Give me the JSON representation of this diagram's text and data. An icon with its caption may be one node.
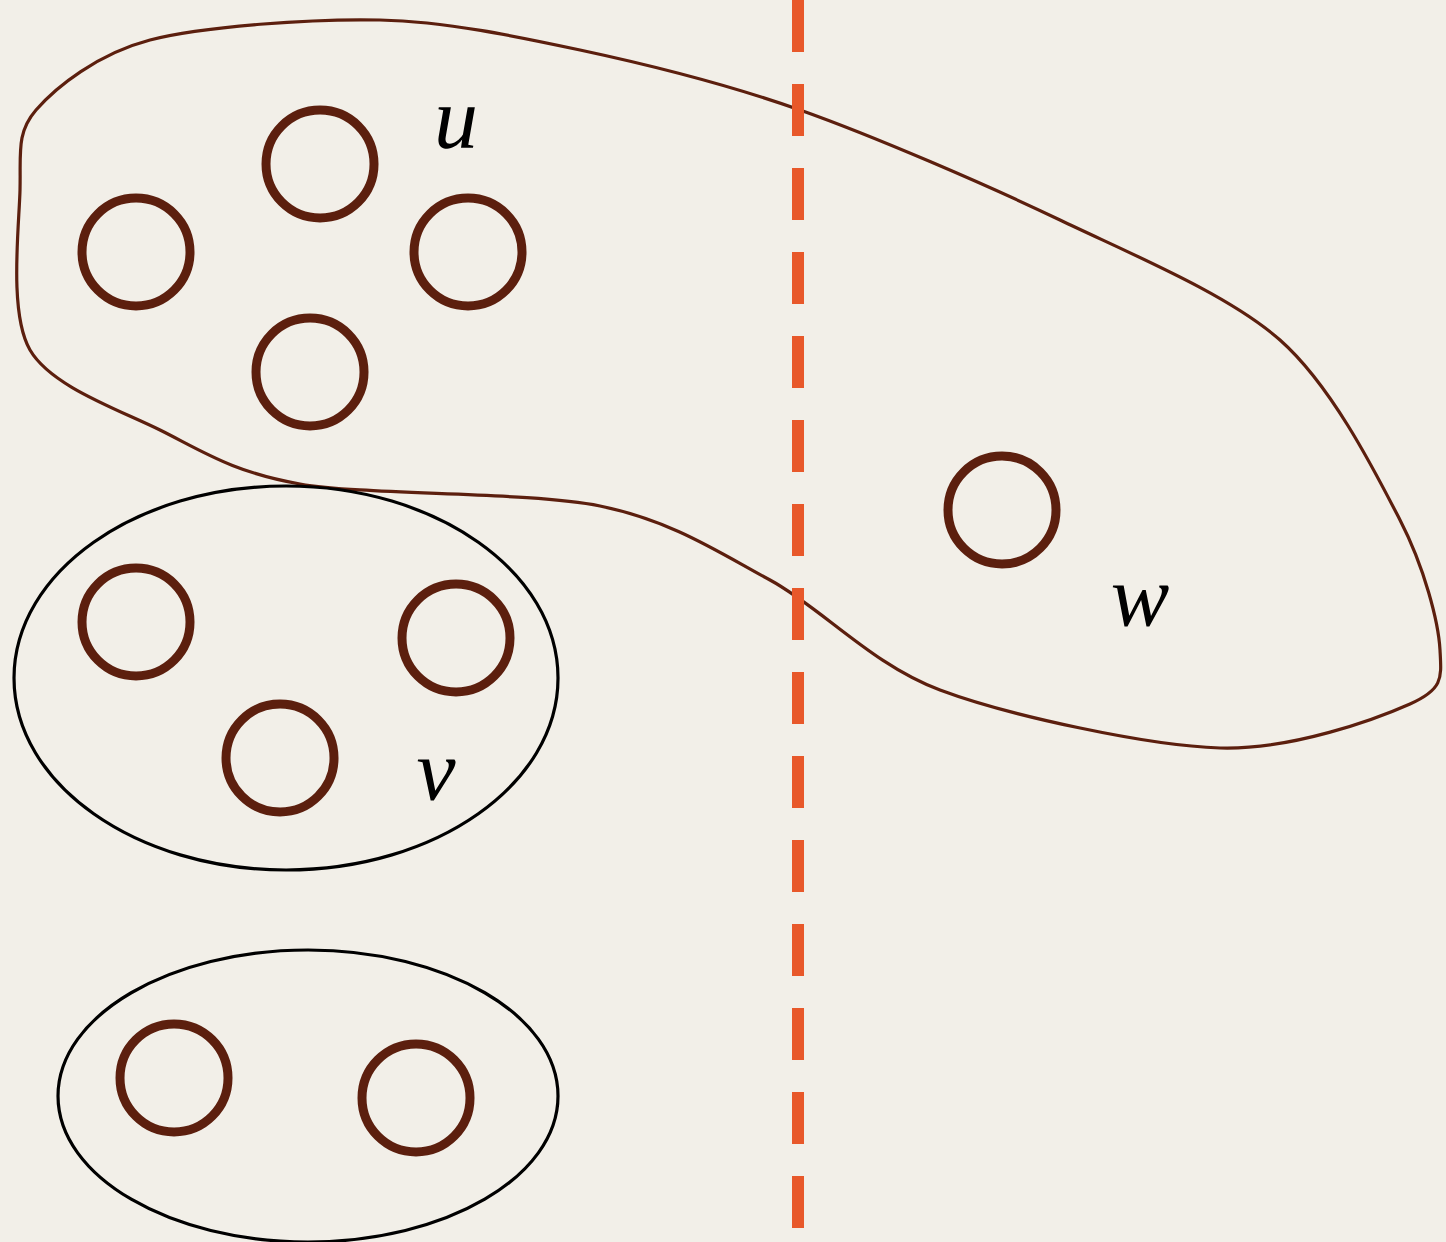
{
  "diagram": {
    "nodes": [
      {
        "text": [
          "u",
          "w"
        ]
      },
      {
        "text": [],
        "shape": "circle",
        "in": 0
      },
      {
        "text": [],
        "shape": "circle",
        "in": 0
      },
      {
        "text": [],
        "shape": "circle",
        "in": 0
      },
      {
        "text": [],
        "shape": "circle",
        "in": 0
      },
      {
        "text": [],
        "shape": "circle",
        "in": 0
      },
      {
        "text": [
          "v"
        ]
      },
      {
        "text": [],
        "shape": "circle",
        "in": 6
      },
      {
        "text": [],
        "shape": "circle",
        "in": 6
      },
      {
        "text": [],
        "shape": "circle",
        "in": 6
      },
      {
        "text": [],
        "shape": "ellipse"
      },
      {
        "text": [],
        "shape": "circle",
        "in": 10
      },
      {
        "text": [],
        "shape": "circle",
        "in": 10
      }
    ]
  }
}
